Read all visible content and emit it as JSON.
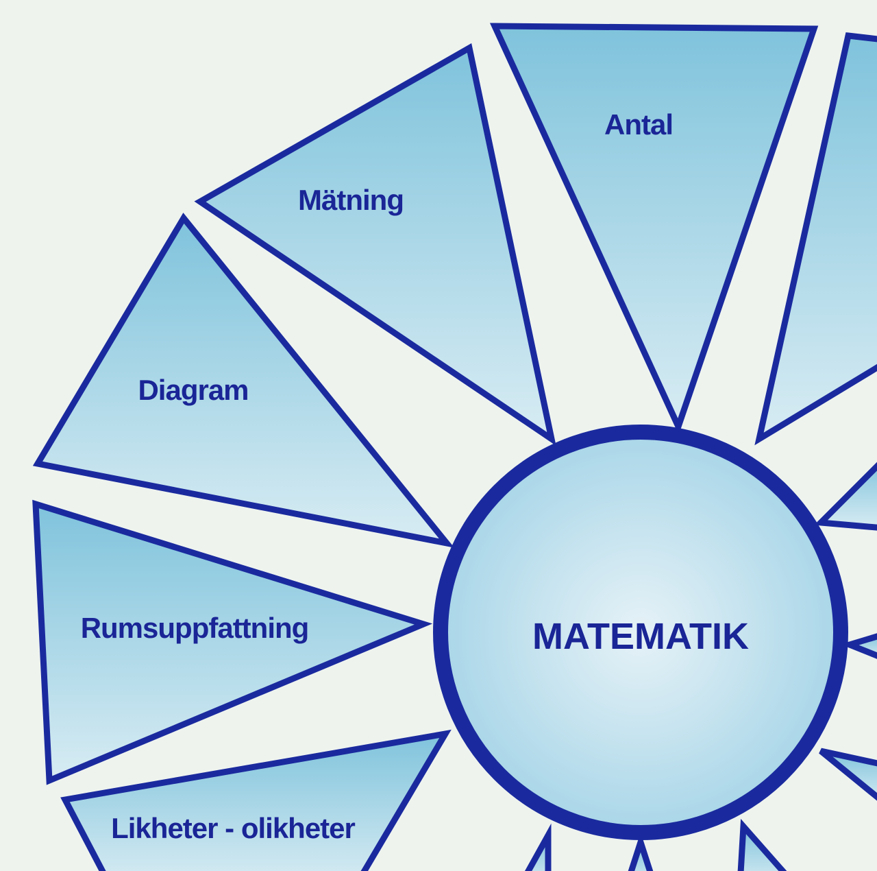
{
  "center": {
    "label": "MATEMATIK"
  },
  "rays": [
    {
      "label": "Antal"
    },
    {
      "label": "Mätning"
    },
    {
      "label": "Diagram"
    },
    {
      "label": "Rumsuppfattning"
    },
    {
      "label": "Likheter - olikheter"
    }
  ],
  "colors": {
    "stroke": "#1a2a9e",
    "text": "#1a2596",
    "fill_light": "#d8ecf3",
    "fill_dark": "#7fc3dc",
    "background": "#eef3ee"
  }
}
